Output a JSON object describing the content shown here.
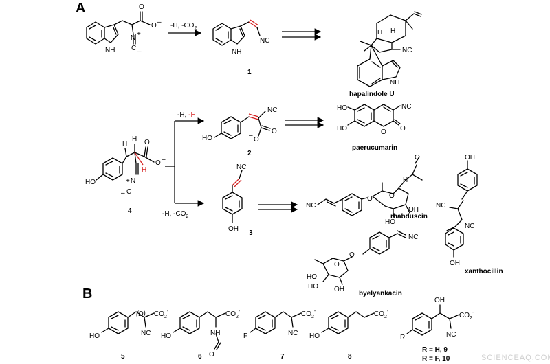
{
  "panels": {
    "a": "A",
    "b": "B"
  },
  "arrows": {
    "a1": "-H, -CO",
    "a1_sub": "2",
    "upper_plain": "-H, ",
    "upper_red": "-H",
    "lower": "-H, -CO",
    "lower_sub": "2"
  },
  "compounds": {
    "c1": "1",
    "c2": "2",
    "c3": "3",
    "c4": "4",
    "c5": "5",
    "c6": "6",
    "c7": "7",
    "c8": "8",
    "c9": "R = H, 9",
    "c10": "R = F, 10",
    "hapalindole": "hapalindole U",
    "paerucumarin": "paerucumarin",
    "rhabduscin": "rhabduscin",
    "byelyankacin": "byelyankacin",
    "xanthocillin": "xanthocillin"
  },
  "atoms": {
    "NH": "NH",
    "H": "H",
    "N": "N",
    "NC": "NC",
    "HO": "HO",
    "OH": "OH",
    "O": "O",
    "F": "F",
    "R": "R",
    "plus": "+",
    "minus": "–",
    "C": "C",
    "CO2": "CO",
    "two": "2",
    "neg": "-",
    "D": "(D)",
    "Om": "O",
    "neg_sup": "–"
  },
  "watermark": "SCIENCEAQ.COM",
  "colors": {
    "bond": "#000000",
    "highlight": "#d42020"
  }
}
